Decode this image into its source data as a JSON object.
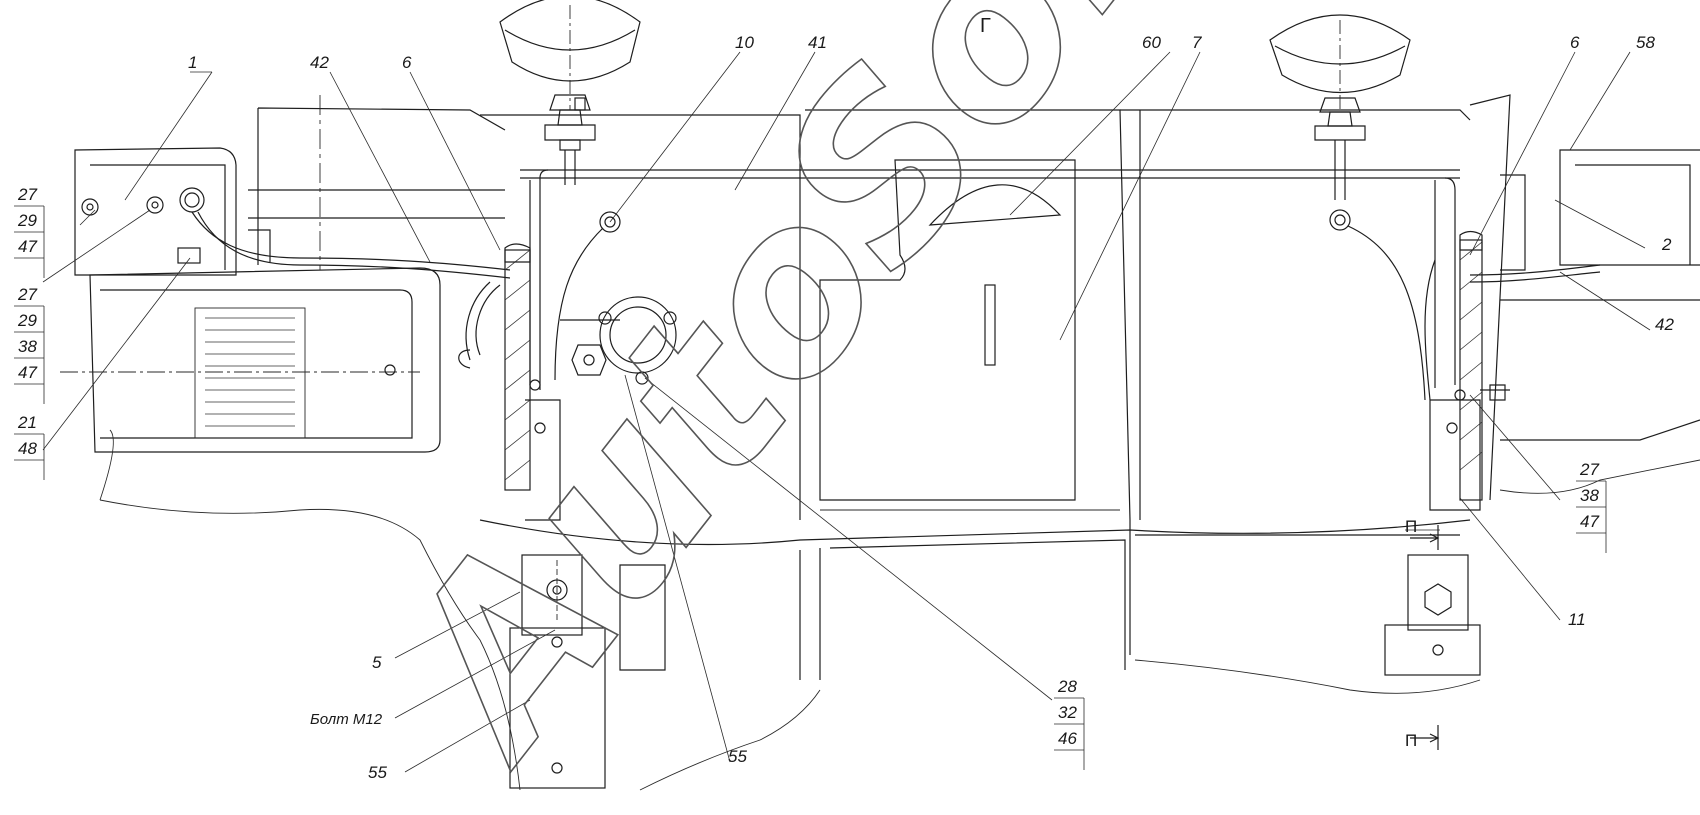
{
  "view_label": "Г",
  "watermark": "AutoSoft",
  "section_mark": "П",
  "bolt_label": "Болт М12",
  "callouts": {
    "c1": "1",
    "c42a": "42",
    "c6a": "6",
    "c10": "10",
    "c41": "41",
    "c60": "60",
    "c7": "7",
    "c6b": "6",
    "c58": "58",
    "c2": "2",
    "c42b": "42",
    "c11": "11",
    "c5": "5",
    "c55a": "55",
    "c55b": "55",
    "stack_a": [
      "27",
      "29",
      "47"
    ],
    "stack_b": [
      "27",
      "29",
      "38",
      "47"
    ],
    "stack_c": [
      "21",
      "48"
    ],
    "stack_d": [
      "27",
      "38",
      "47"
    ],
    "stack_e": [
      "28",
      "32",
      "46"
    ]
  }
}
